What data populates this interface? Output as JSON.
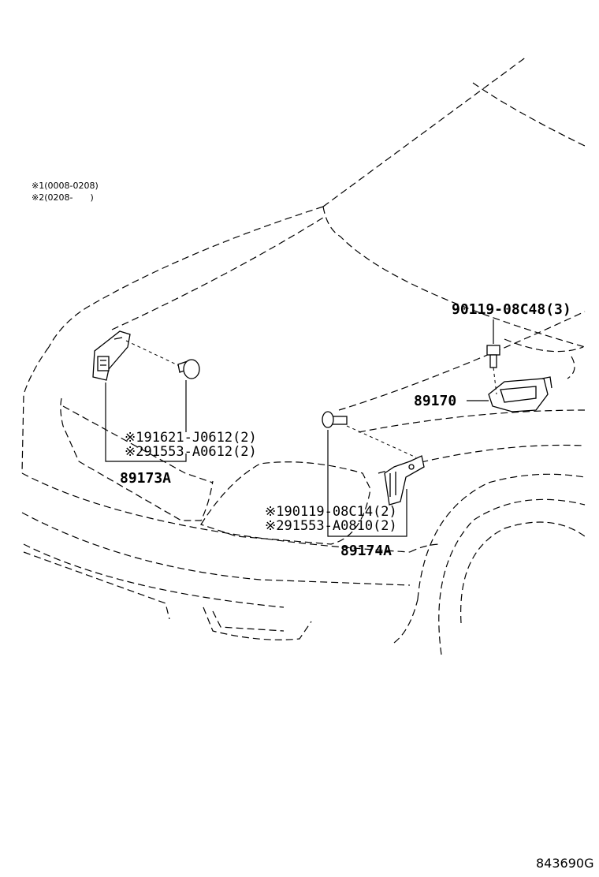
{
  "notes": {
    "n1": "※1(0008-0208)",
    "n2": "※2(0208-　　)"
  },
  "parts": {
    "bolt_top": "90119-08C48(3)",
    "ecu": "89170",
    "left_bracket": "89173A",
    "left_fastener_1": "※191621-J0612(2)",
    "left_fastener_2": "※291553-A0612(2)",
    "right_fastener_1": "※190119-08C14(2)",
    "right_fastener_2": "※291553-A0810(2)",
    "right_bracket": "89174A"
  },
  "illustration_code": "843690G"
}
